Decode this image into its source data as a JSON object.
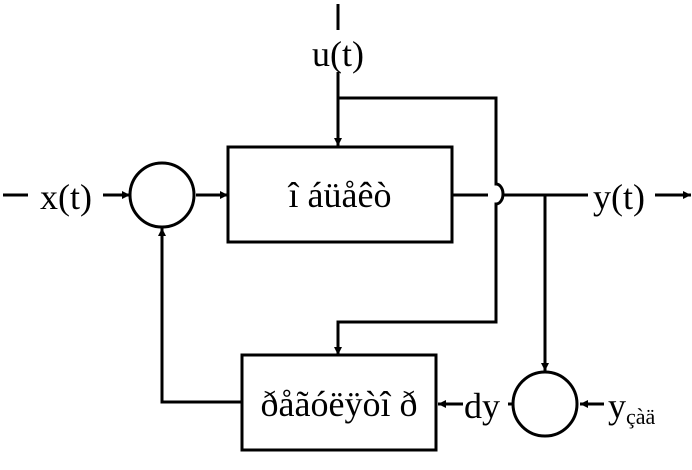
{
  "diagram": {
    "blocks": {
      "object": {
        "label": "î áüåêò"
      },
      "regulator": {
        "label": "ðåãóëÿòî ð"
      }
    },
    "signals": {
      "input": {
        "label": "x(t)"
      },
      "disturbance": {
        "label": "u(t)"
      },
      "output": {
        "label": "y(t)"
      },
      "error": {
        "label": "dy"
      },
      "setpoint": {
        "base": "y",
        "subscript": "çàä"
      }
    },
    "colors": {
      "stroke": "#000000",
      "background": "#ffffff"
    }
  }
}
